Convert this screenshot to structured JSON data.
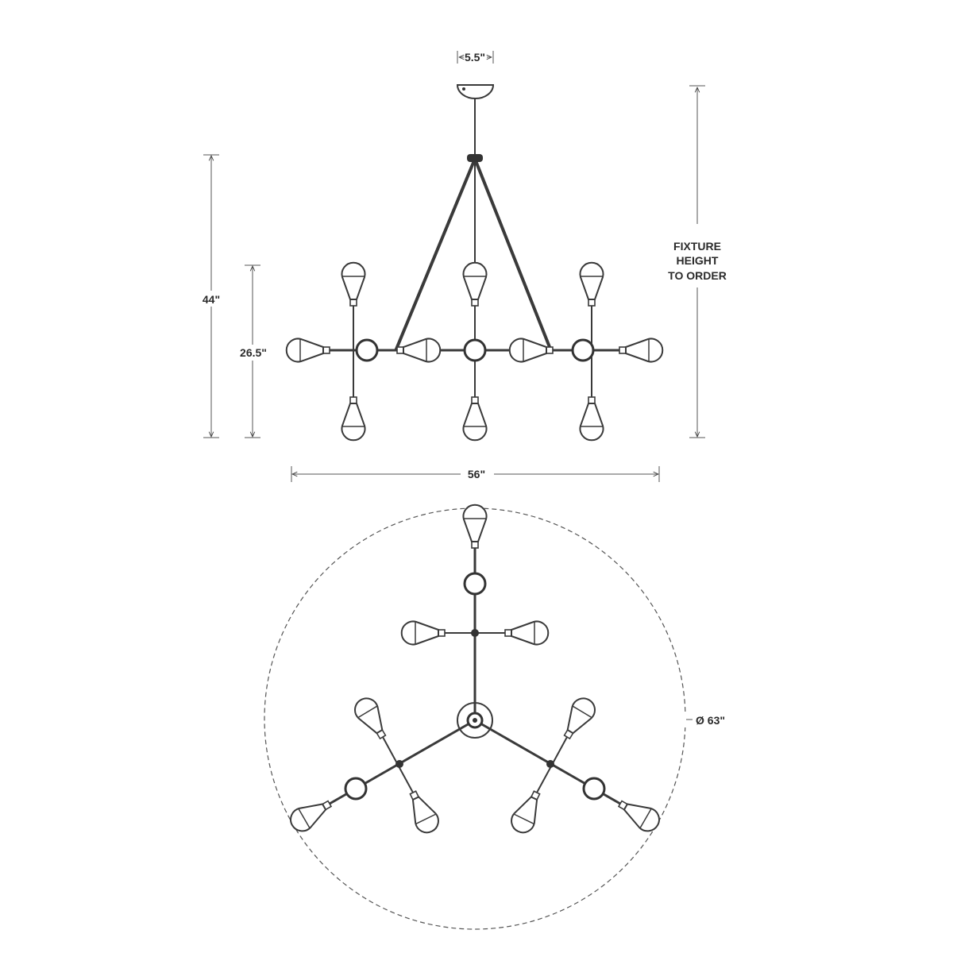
{
  "title": "Chandelier dimension drawing",
  "front_view": {
    "canopy_width": "5.5\"",
    "overall_height": "44\"",
    "body_height": "26.5\"",
    "fixture_height_lines": [
      "FIXTURE",
      "HEIGHT",
      "TO ORDER"
    ],
    "width": "56\""
  },
  "top_view": {
    "diameter": "Ø 63\""
  },
  "colors": {
    "line": "#3a3a3a",
    "background": "#ffffff"
  }
}
